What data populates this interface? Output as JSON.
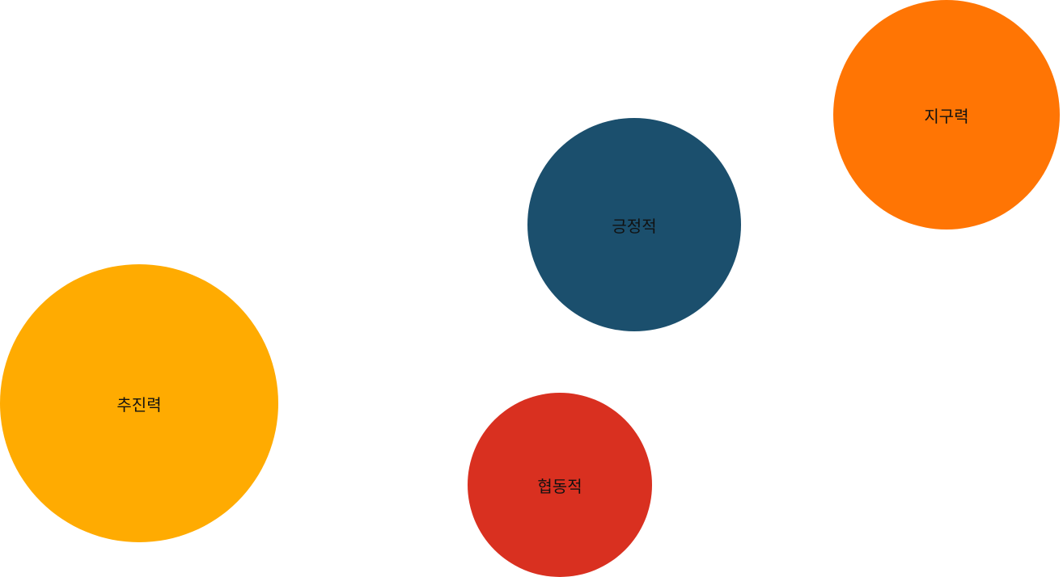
{
  "bubbles": [
    {
      "label": "지구력",
      "color": "#FF7504"
    },
    {
      "label": "긍정적",
      "color": "#1B4F6D"
    },
    {
      "label": "추진력",
      "color": "#FFAB01"
    },
    {
      "label": "협동적",
      "color": "#D93020"
    }
  ]
}
